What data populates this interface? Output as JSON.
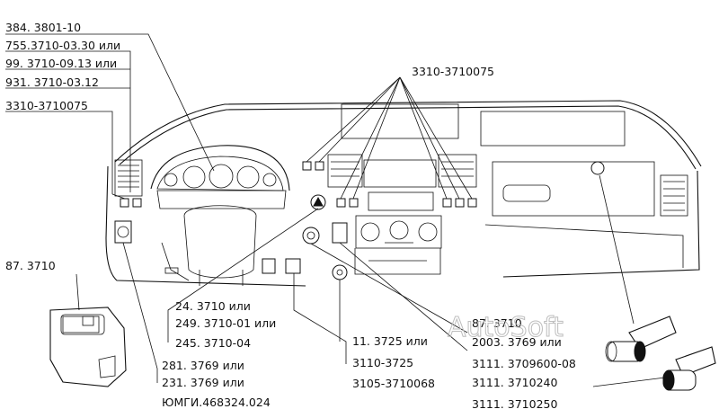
{
  "labels_left_top": [
    "384. 3801-10",
    "755.3710-03.30 или",
    "99. 3710-09.13 или",
    "931. 3710-03.12",
    "3310-3710075"
  ],
  "label_top_center": "3310-3710075",
  "label_left_mid": "87. 3710",
  "labels_bottom_a": [
    "24. 3710 или",
    "249. 3710-01 или",
    "245. 3710-04",
    "281. 3769 или",
    "231. 3769 или",
    "ЮМГИ.468324.024"
  ],
  "labels_bottom_b": [
    "11. 3725 или",
    "3110-3725",
    "3105-3710068"
  ],
  "labels_bottom_c": [
    "87. 3710",
    "2003. 3769 или",
    "3111. 3709600-08",
    "3111. 3710240",
    "3111. 3710250"
  ],
  "watermark": "AutoSoft"
}
